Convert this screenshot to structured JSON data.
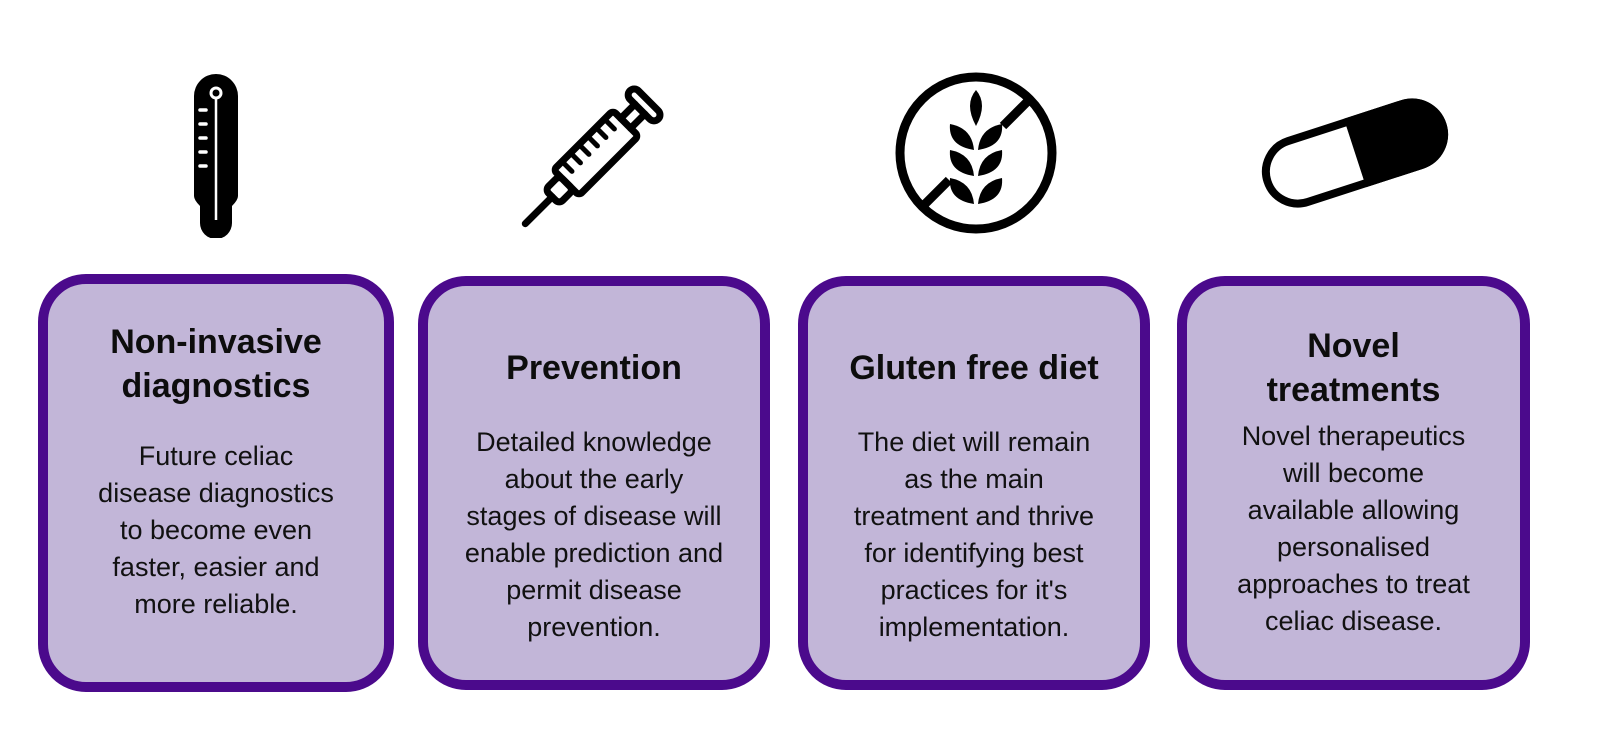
{
  "colors": {
    "border": "#4b0a8c",
    "fill": "#c2b6d8",
    "icon": "#000000",
    "background": "#ffffff"
  },
  "cards": [
    {
      "icon": "thermometer-icon",
      "title_lines": [
        "Non-invasive",
        "diagnostics"
      ],
      "body_lines": [
        "Future celiac",
        "disease diagnostics",
        "to become even",
        "faster, easier and",
        "more reliable."
      ]
    },
    {
      "icon": "syringe-icon",
      "title_lines": [
        "Prevention"
      ],
      "body_lines": [
        "Detailed knowledge",
        "about the early",
        "stages of disease will",
        "enable prediction and",
        "permit disease",
        "prevention."
      ]
    },
    {
      "icon": "gluten-free-wheat-icon",
      "title_lines": [
        "Gluten free diet"
      ],
      "body_lines": [
        "The diet will remain",
        "as the main",
        "treatment and thrive",
        "for identifying best",
        "practices for it's",
        "implementation."
      ]
    },
    {
      "icon": "capsule-pill-icon",
      "title_lines": [
        "Novel",
        "treatments"
      ],
      "body_lines": [
        "Novel therapeutics",
        "will become",
        "available allowing",
        "personalised",
        "approaches to treat",
        "celiac disease."
      ]
    }
  ]
}
